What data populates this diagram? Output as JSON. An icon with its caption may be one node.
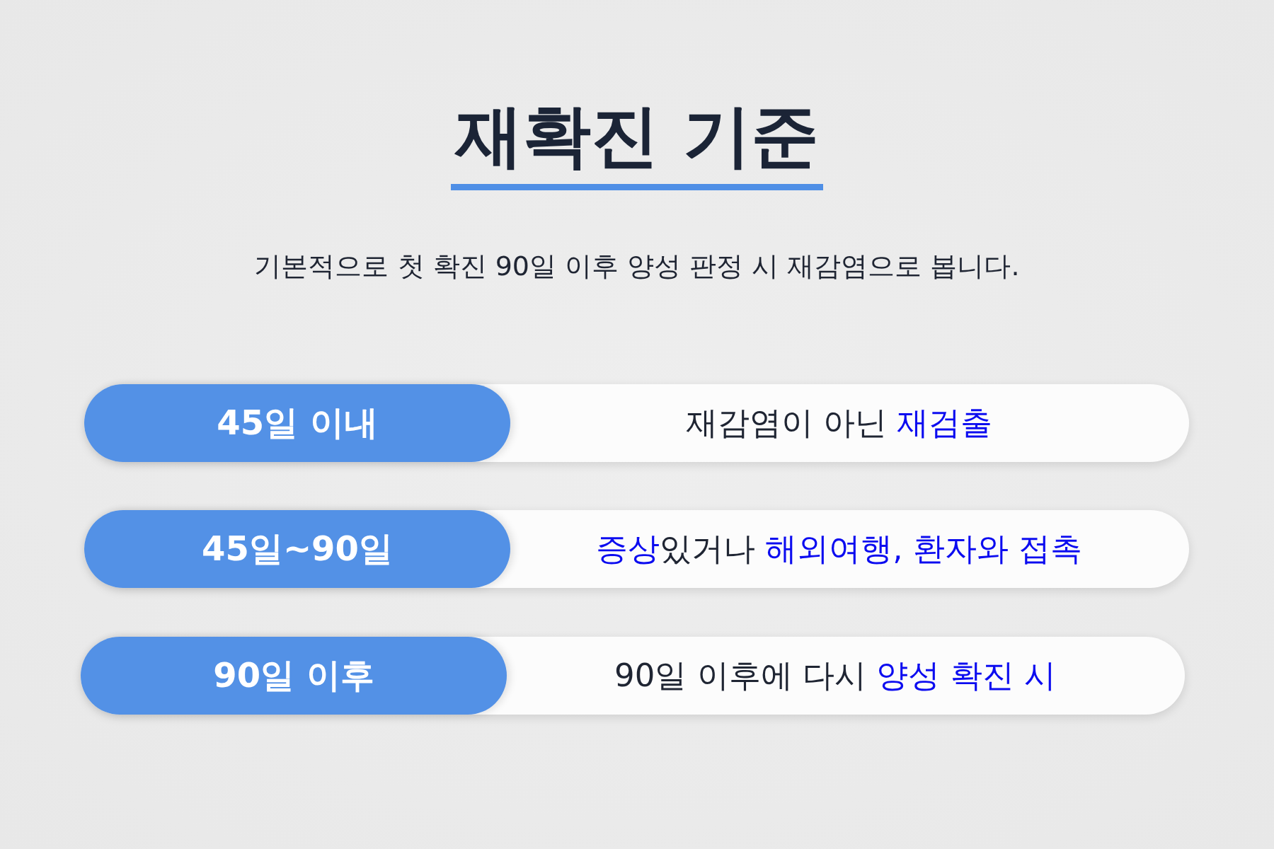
{
  "diagram": {
    "title": "재확진 기준",
    "nodes": [
      {
        "text": [
          "재감염이 아닌 **재검출**"
        ]
      },
      {
        "text": [
          "45일 이내"
        ],
        "in": 0
      },
      {
        "text": [
          "**증상**있거나 **해외여행, 환자와 접촉**"
        ]
      },
      {
        "text": [
          "45일~90일"
        ],
        "in": 2
      },
      {
        "text": [
          "90일 이후에 다시 **양성 확진 시**"
        ]
      },
      {
        "text": [
          "90일 이후"
        ],
        "in": 4
      }
    ],
    "labels": [
      "기본적으로 첫 확진 90일 이후 양성 판정 시 재감염으로 봅니다."
    ]
  }
}
